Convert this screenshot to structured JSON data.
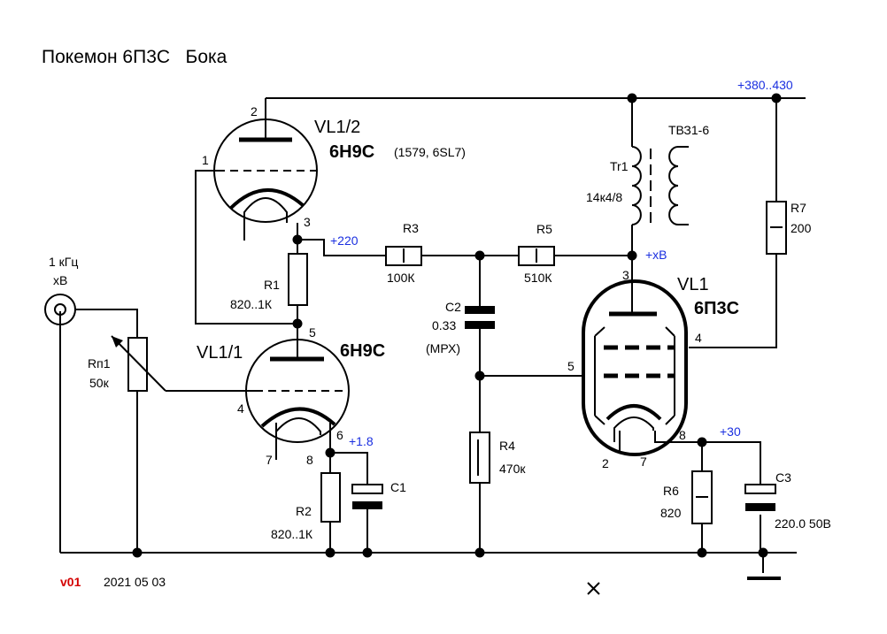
{
  "title": "Покемон 6П3С   Бока",
  "version": "v01",
  "date": "2021 05 03",
  "colors": {
    "voltage_label": "#1a2fe0",
    "version_label": "#d40000",
    "lines": "#000000"
  },
  "supply": {
    "b_plus": "+380..430"
  },
  "input": {
    "freq": "1 кГц",
    "level": "хВ"
  },
  "pot": {
    "ref": "Rп1",
    "value": "50к"
  },
  "vl1_1": {
    "ref": "VL1/1",
    "type": "6Н9С",
    "pins": {
      "p4": "4",
      "p5": "5",
      "p6": "6",
      "p7": "7",
      "p8": "8"
    }
  },
  "vl1_2": {
    "ref": "VL1/2",
    "type": "6Н9С",
    "alt": "(1579, 6SL7)",
    "pins": {
      "p1": "1",
      "p2": "2",
      "p3": "3"
    }
  },
  "vl1": {
    "ref": "VL1",
    "type": "6П3С",
    "pins": {
      "p2": "2",
      "p3": "3",
      "p4": "4",
      "p5": "5",
      "p7": "7",
      "p8": "8"
    }
  },
  "resistors": {
    "r1": {
      "ref": "R1",
      "value": "820..1К"
    },
    "r2": {
      "ref": "R2",
      "value": "820..1К"
    },
    "r3": {
      "ref": "R3",
      "value": "100К"
    },
    "r4": {
      "ref": "R4",
      "value": "470к"
    },
    "r5": {
      "ref": "R5",
      "value": "510К"
    },
    "r6": {
      "ref": "R6",
      "value": "820"
    },
    "r7": {
      "ref": "R7",
      "value": "200"
    }
  },
  "capacitors": {
    "c1": {
      "ref": "C1"
    },
    "c2": {
      "ref": "C2",
      "value": "0.33",
      "type": "(МРХ)"
    },
    "c3": {
      "ref": "C3",
      "value": "220.0 50В"
    }
  },
  "transformer": {
    "ref": "Tr1",
    "model": "ТВЗ1-6",
    "ratio": "14к4/8"
  },
  "voltages": {
    "v220": "+220",
    "v1_8": "+1.8",
    "vxb": "+хВ",
    "v30": "+30"
  }
}
